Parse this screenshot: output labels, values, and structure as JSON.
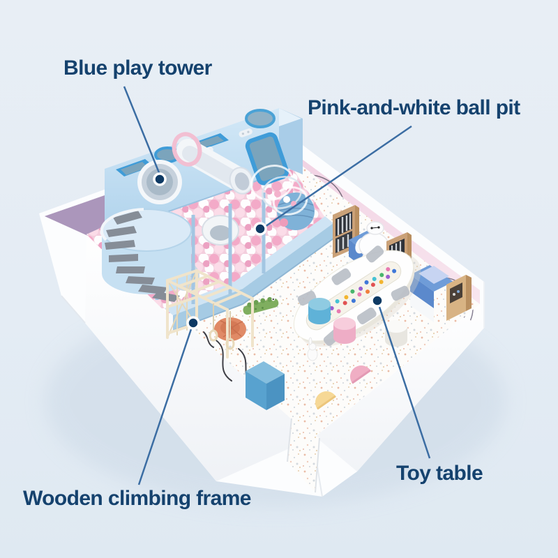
{
  "figure": {
    "description": "Isometric render of a pastel indoor playground room with annotation callouts",
    "annotations": {
      "blue_play_tower": {
        "label": "Blue play tower"
      },
      "ball_pit": {
        "label": "Pink-and-white ball pit"
      },
      "climbing_frame": {
        "label": "Wooden climbing frame"
      },
      "toy_table": {
        "label": "Toy table"
      }
    },
    "style": {
      "label_color": "#15426e",
      "leader_line_color": "#3b6da3",
      "marker_color": "#0e3a64",
      "background": "#e4ebf3",
      "tower_blue": "#cfe6f6",
      "wall_pink": "#f3d7e7",
      "wall_purple": "#b4a0c2",
      "ball_pink": "#f3a8c7",
      "wood_tan": "#d8b384",
      "bench_blue": "#5b89cc"
    }
  }
}
